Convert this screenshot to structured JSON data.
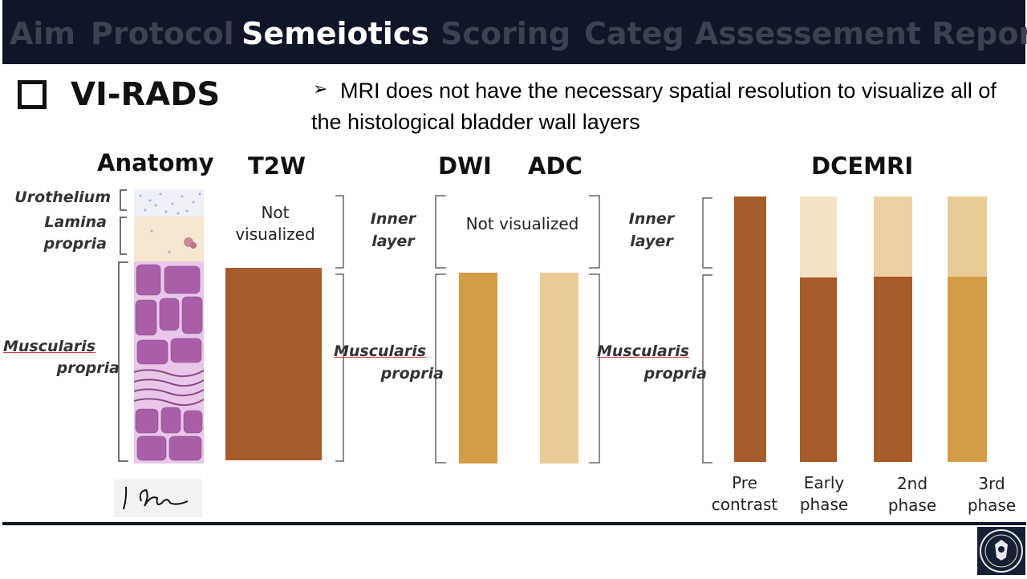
{
  "nav": {
    "items": [
      {
        "label": "Aim",
        "active": false
      },
      {
        "label": "Protocol",
        "active": false
      },
      {
        "label": "Semeiotics",
        "active": true
      },
      {
        "label": "Scoring",
        "active": false
      },
      {
        "label": "Categ Assessement Report",
        "active": false
      }
    ]
  },
  "slide": {
    "title": "VI-RADS",
    "bullet": "MRI does not have the necessary spatial resolution to visualize all of the histological bladder wall layers"
  },
  "figure": {
    "headers": {
      "anatomy": "Anatomy",
      "t2w": "T2W",
      "dwi": "DWI",
      "adc": "ADC",
      "dcemri": "DCEMRI"
    },
    "anatomy_labels": {
      "urothelium": "Urothelium",
      "lamina_1": "Lamina",
      "lamina_2": "propria",
      "muscularis_1": "Muscularis",
      "muscularis_2": "propria"
    },
    "not_visualized_t2w_1": "Not",
    "not_visualized_t2w_2": "visualized",
    "not_visualized_dwi": "Not visualized",
    "inner_layer_1": "Inner",
    "inner_layer_2": "layer",
    "muscularis_1": "Muscularis",
    "muscularis_2": "propria",
    "phases": [
      {
        "line1": "Pre",
        "line2": "contrast"
      },
      {
        "line1": "Early",
        "line2": "phase"
      },
      {
        "line1": "2nd",
        "line2": "phase"
      },
      {
        "line1": "3rd",
        "line2": "phase"
      }
    ],
    "colors": {
      "dark": "#a65b2a",
      "medium": "#d49c48",
      "light": "#e9cb96",
      "lightest": "#f3e3c4",
      "inner_light": "#ebd0a3"
    }
  }
}
